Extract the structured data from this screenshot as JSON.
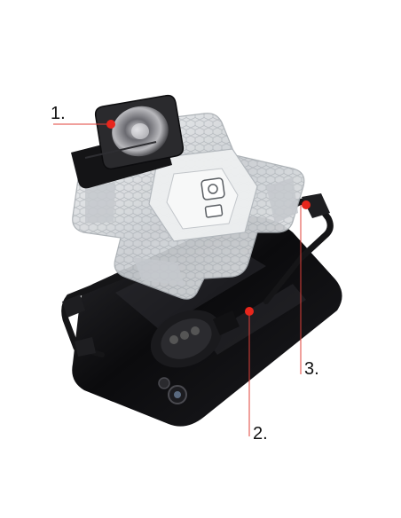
{
  "callouts": [
    {
      "number": "1."
    },
    {
      "number": "2."
    },
    {
      "number": "3."
    }
  ],
  "ring_holder": {
    "engraving": ""
  },
  "colors": {
    "callout_line": "#e0403a",
    "callout_dot": "#e8261c",
    "phone_body": "#0e0e10",
    "bumper": "#1a1a1c",
    "clear_shell": "#d8dbde",
    "ring_plate": "#2a2a2d"
  }
}
